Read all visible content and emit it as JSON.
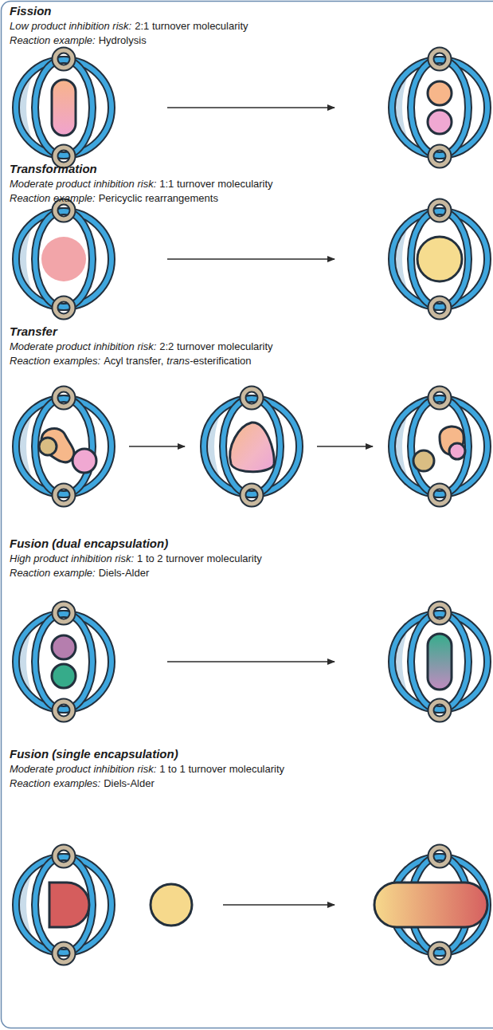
{
  "diagram": {
    "labels": [
      "Fission",
      "Low product inhibition risk:",
      "2:1 turnover molecularity",
      "Reaction example:",
      "Hydrolysis",
      "Transformation",
      "Moderate product inhibition risk:",
      "1:1 turnover molecularity",
      "Reaction example:",
      "Pericyclic rearrangements",
      "Transfer",
      "Moderate product inhibition risk:",
      "2:2 turnover molecularity",
      "Reaction examples:",
      "Acyl transfer,",
      "trans",
      "-esterification",
      "Fusion (dual encapsulation)",
      "High product inhibition risk:",
      "1 to 2 turnover molecularity",
      "Reaction example:",
      "Diels-Alder",
      "Fusion (single encapsulation)",
      "Moderate product inhibition risk:",
      "1 to 1 turnover molecularity",
      "Reaction examples:",
      "Diels-Alder"
    ]
  }
}
